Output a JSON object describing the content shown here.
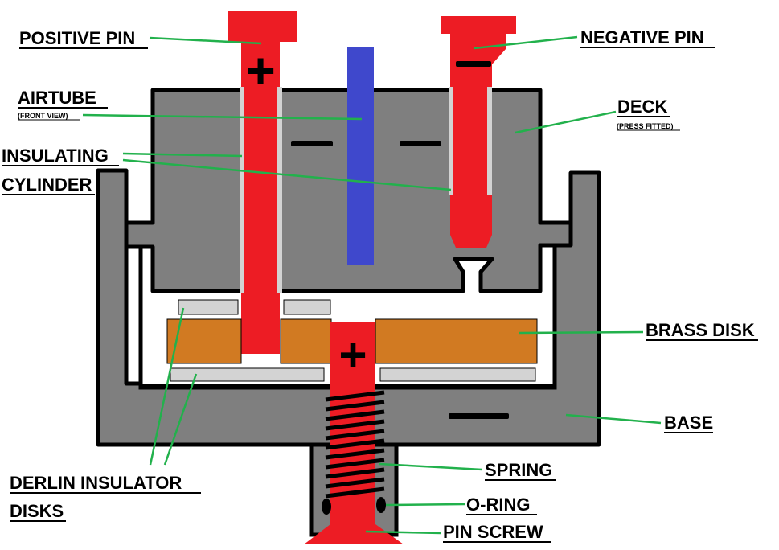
{
  "labels": {
    "positive_pin": "POSITIVE PIN",
    "negative_pin": "NEGATIVE PIN",
    "airtube": "AIRTUBE",
    "airtube_sub": "(FRONT VIEW)",
    "deck": "DECK",
    "deck_sub": "(PRESS FITTED)",
    "insulating_1": "INSULATING",
    "insulating_2": "CYLINDER",
    "brass_disk": "BRASS DISK",
    "base": "BASE",
    "derlin_1": "DERLIN INSULATOR",
    "derlin_2": "DISKS",
    "spring": "SPRING",
    "o_ring": "O-RING",
    "pin_screw": "PIN SCREW"
  },
  "signs": {
    "plus": "+",
    "minus": "−"
  },
  "colors": {
    "metal_gray": "#7f7f7f",
    "pin_red": "#ed1c24",
    "airtube_blue": "#3f48cc",
    "brass": "#d17a22",
    "insulator": "#d3d3d3",
    "leader_green": "#22b14c"
  }
}
